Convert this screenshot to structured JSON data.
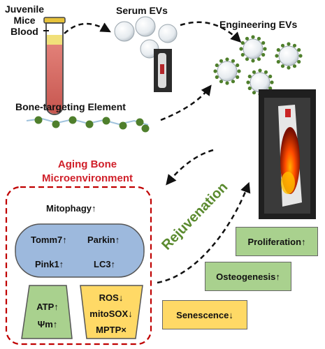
{
  "labels": {
    "juvenile_blood": [
      "Juvenile",
      "Mice",
      "Blood"
    ],
    "serum_evs": "Serum EVs",
    "engineering_evs": "Engineering EVs",
    "bone_targeting": "Bone-targeting Element",
    "aging_bone": [
      "Aging Bone",
      "Microenvironment"
    ],
    "mitophagy": "Mitophagy↑",
    "tomm7": "Tomm7↑",
    "parkin": "Parkin↑",
    "pink1": "Pink1↑",
    "lc3": "LC3↑",
    "atp": "ATP↑",
    "psi_m": "Ψm↑",
    "ros": "ROS↓",
    "mitosox": "mitoSOX↓",
    "mptp": "MPTP×",
    "rejuvenation": "Rejuvenation",
    "proliferation": "Proliferation↑",
    "osteogenesis": "Osteogenesis↑",
    "senescence": "Senescence↓"
  },
  "colors": {
    "accent_red": "#d0202a",
    "rejuvenation_green": "#5a8a2e",
    "green_box": "#a9d18e",
    "yellow_box": "#ffd966",
    "blue_pill": "#9db9dd",
    "ev_dot": "#4f7f2c"
  }
}
